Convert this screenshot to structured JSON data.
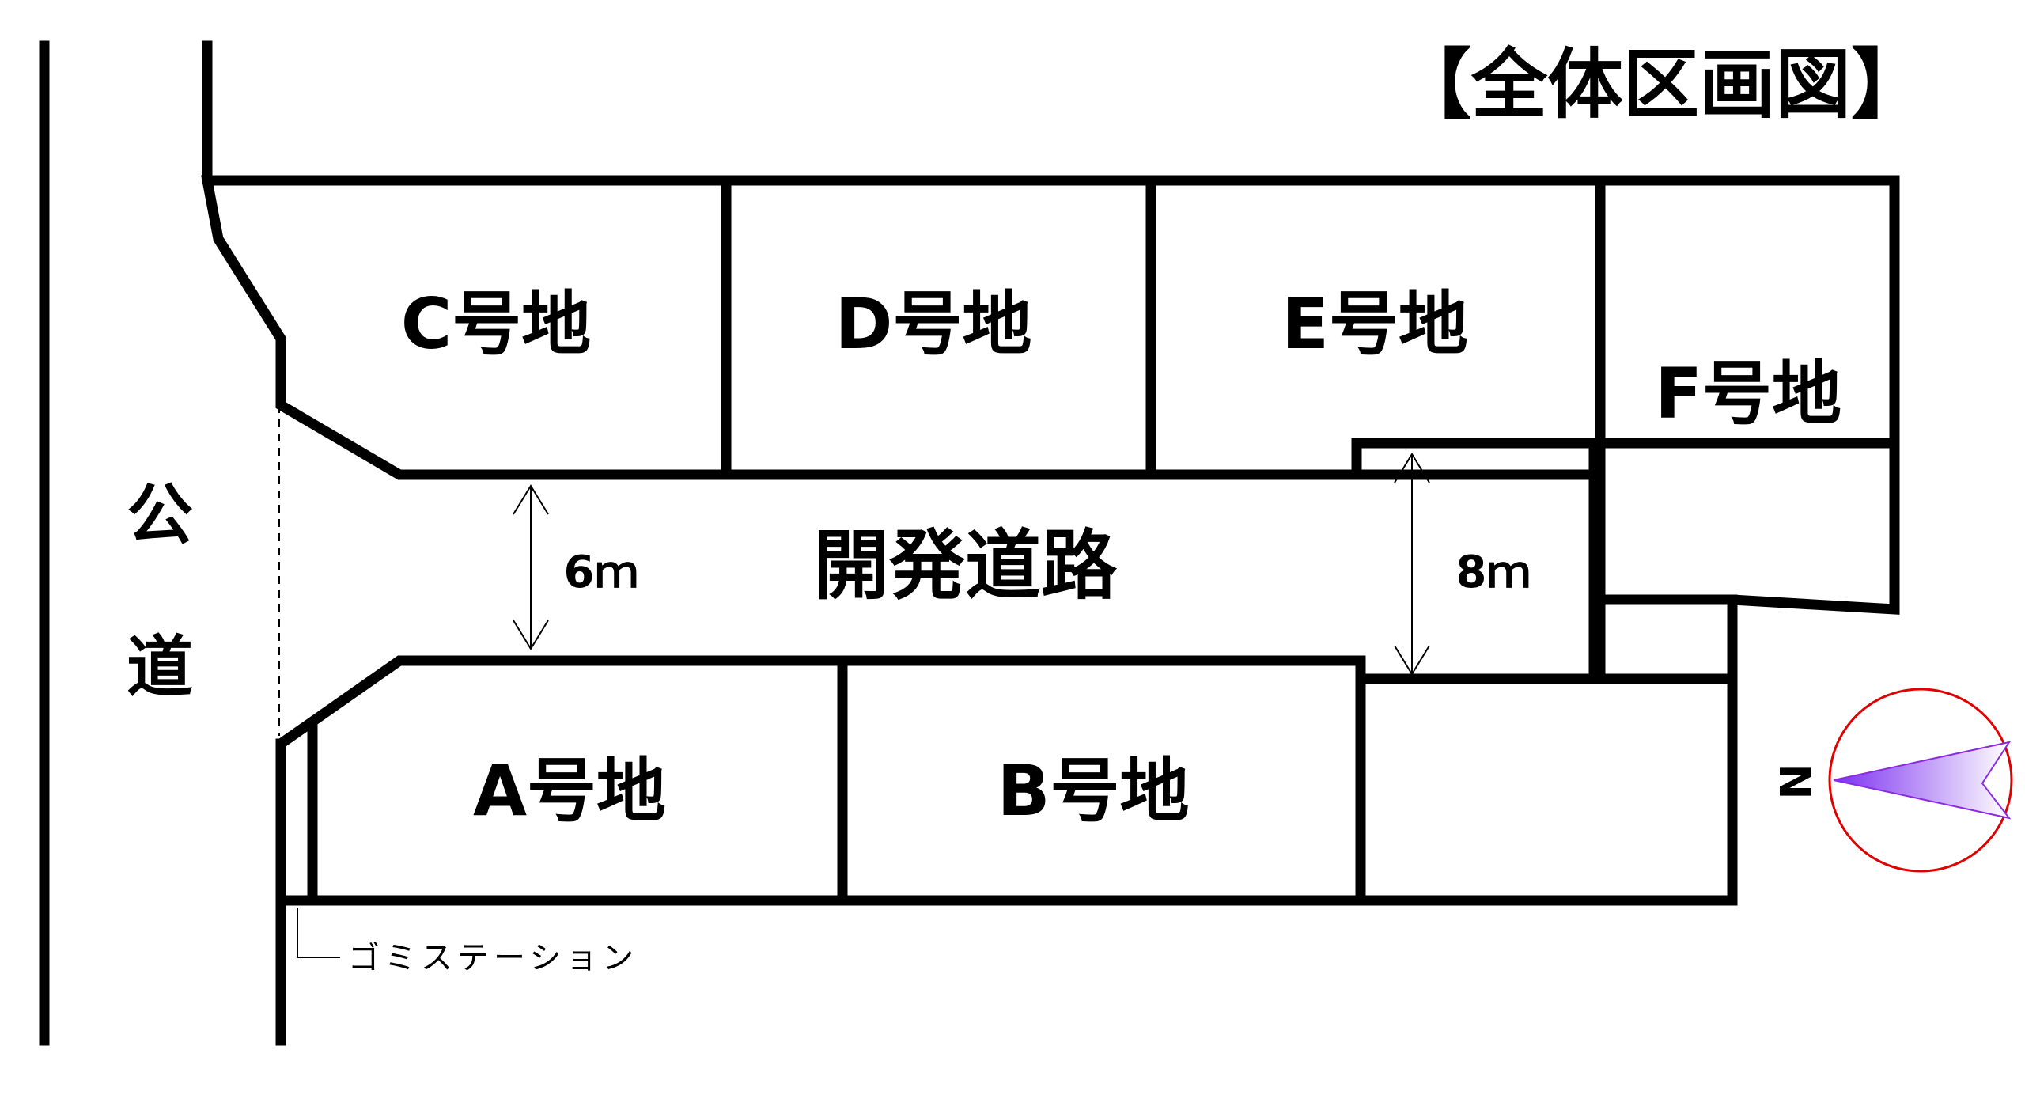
{
  "title": "【全体区画図】",
  "lots": {
    "a": "A号地",
    "b": "B号地",
    "c": "C号地",
    "d": "D号地",
    "e": "E号地",
    "f": "F号地"
  },
  "development_road": "開発道路",
  "road_width_left": "6ｍ",
  "road_width_right": "8ｍ",
  "public_road": [
    "公",
    "道"
  ],
  "garbage_station": "ゴミステーション",
  "compass": {
    "north_label": "N",
    "ring_color": "#e00000",
    "needle_color": "#8a2be2",
    "label_color": "#e00000"
  }
}
